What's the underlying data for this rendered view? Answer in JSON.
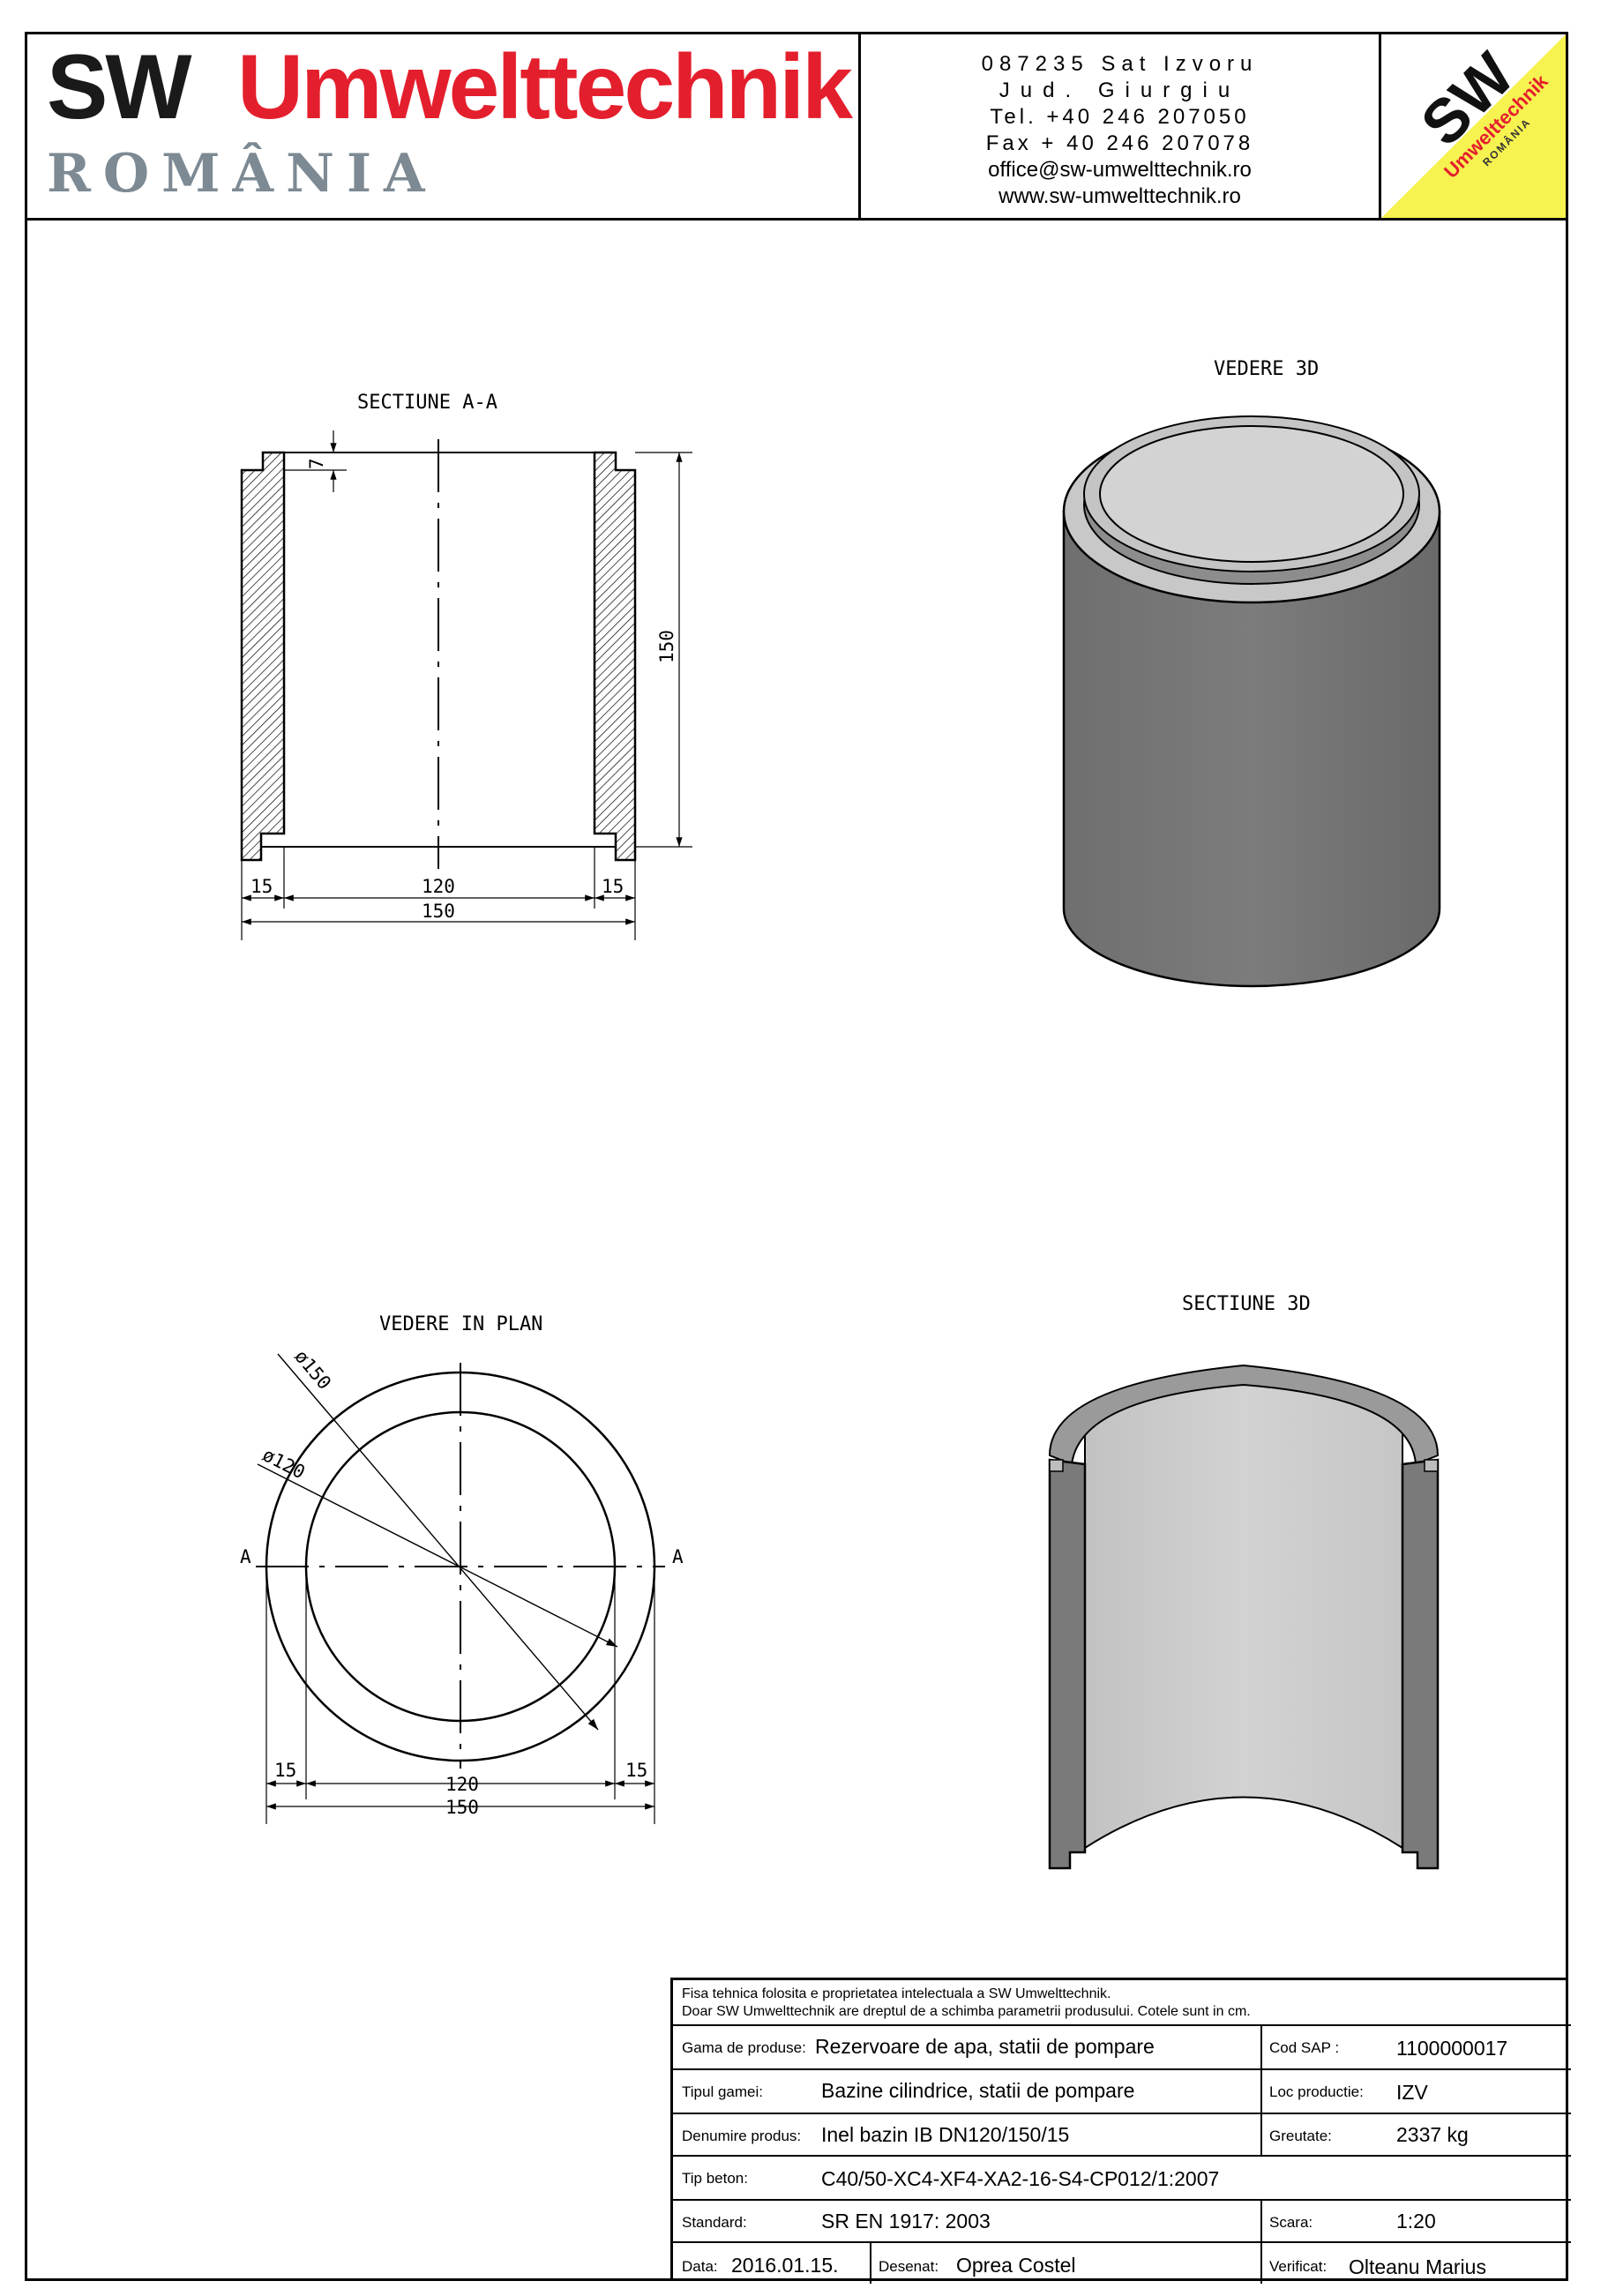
{
  "header": {
    "brand_sw": "SW",
    "brand_name": "Umwelttechnik",
    "brand_country": "ROMÂNIA",
    "address": [
      "087235 Sat Izvoru",
      "Jud. Giurgiu",
      "Tel. +40 246 207050",
      "Fax + 40 246 207078",
      "office@sw-umwelttechnik.ro",
      "www.sw-umwelttechnik.ro"
    ],
    "badge": {
      "sw": "SW",
      "name": "Umwelttechnik",
      "country": "ROMÂNIA"
    },
    "colors": {
      "brand_red": "#e41f2d",
      "brand_grey": "#7d8a93",
      "badge_yellow": "#f6f250"
    }
  },
  "views": {
    "section_aa": {
      "title": "SECTIUNE   A-A",
      "dims": {
        "top_step": "7",
        "height": "150",
        "left_wall": "15",
        "inner": "120",
        "right_wall": "15",
        "outer": "150"
      }
    },
    "view_3d": {
      "title": "VEDERE 3D"
    },
    "plan": {
      "title": "VEDERE IN PLAN",
      "dims": {
        "outer_diameter": "ø150",
        "inner_diameter": "ø120",
        "left_wall": "15",
        "inner": "120",
        "right_wall": "15",
        "outer": "150"
      },
      "section_marks": [
        "A",
        "A"
      ]
    },
    "section_3d": {
      "title": "SECTIUNE 3D"
    }
  },
  "title_block": {
    "notice_1": "Fisa tehnica folosita e proprietatea intelectuala a SW Umwelttechnik.",
    "notice_2": "Doar SW Umwelttechnik are dreptul de a schimba parametrii produsului. Cotele sunt in cm.",
    "rows": {
      "gama": {
        "label": "Gama de produse:",
        "value": "Rezervoare de apa, statii de pompare"
      },
      "tipul": {
        "label": "Tipul gamei:",
        "value": "Bazine cilindrice, statii de pompare"
      },
      "denumire": {
        "label": "Denumire produs:",
        "value": "Inel bazin IB DN120/150/15"
      },
      "beton": {
        "label": "Tip beton:",
        "value": "C40/50-XC4-XF4-XA2-16-S4-CP012/1:2007"
      },
      "standard": {
        "label": "Standard:",
        "value": "SR EN 1917: 2003"
      },
      "cod_sap": {
        "label": "Cod SAP :",
        "value": "1100000017"
      },
      "loc": {
        "label": "Loc productie:",
        "value": "IZV"
      },
      "greutate": {
        "label": "Greutate:",
        "value": "2337 kg"
      },
      "scara": {
        "label": "Scara:",
        "value": "1:20"
      },
      "data": {
        "label": "Data:",
        "value": "2016.01.15."
      },
      "desenat": {
        "label": "Desenat:",
        "value": "Oprea Costel"
      },
      "verificat": {
        "label": "Verificat:",
        "value": "Olteanu Marius"
      }
    }
  }
}
